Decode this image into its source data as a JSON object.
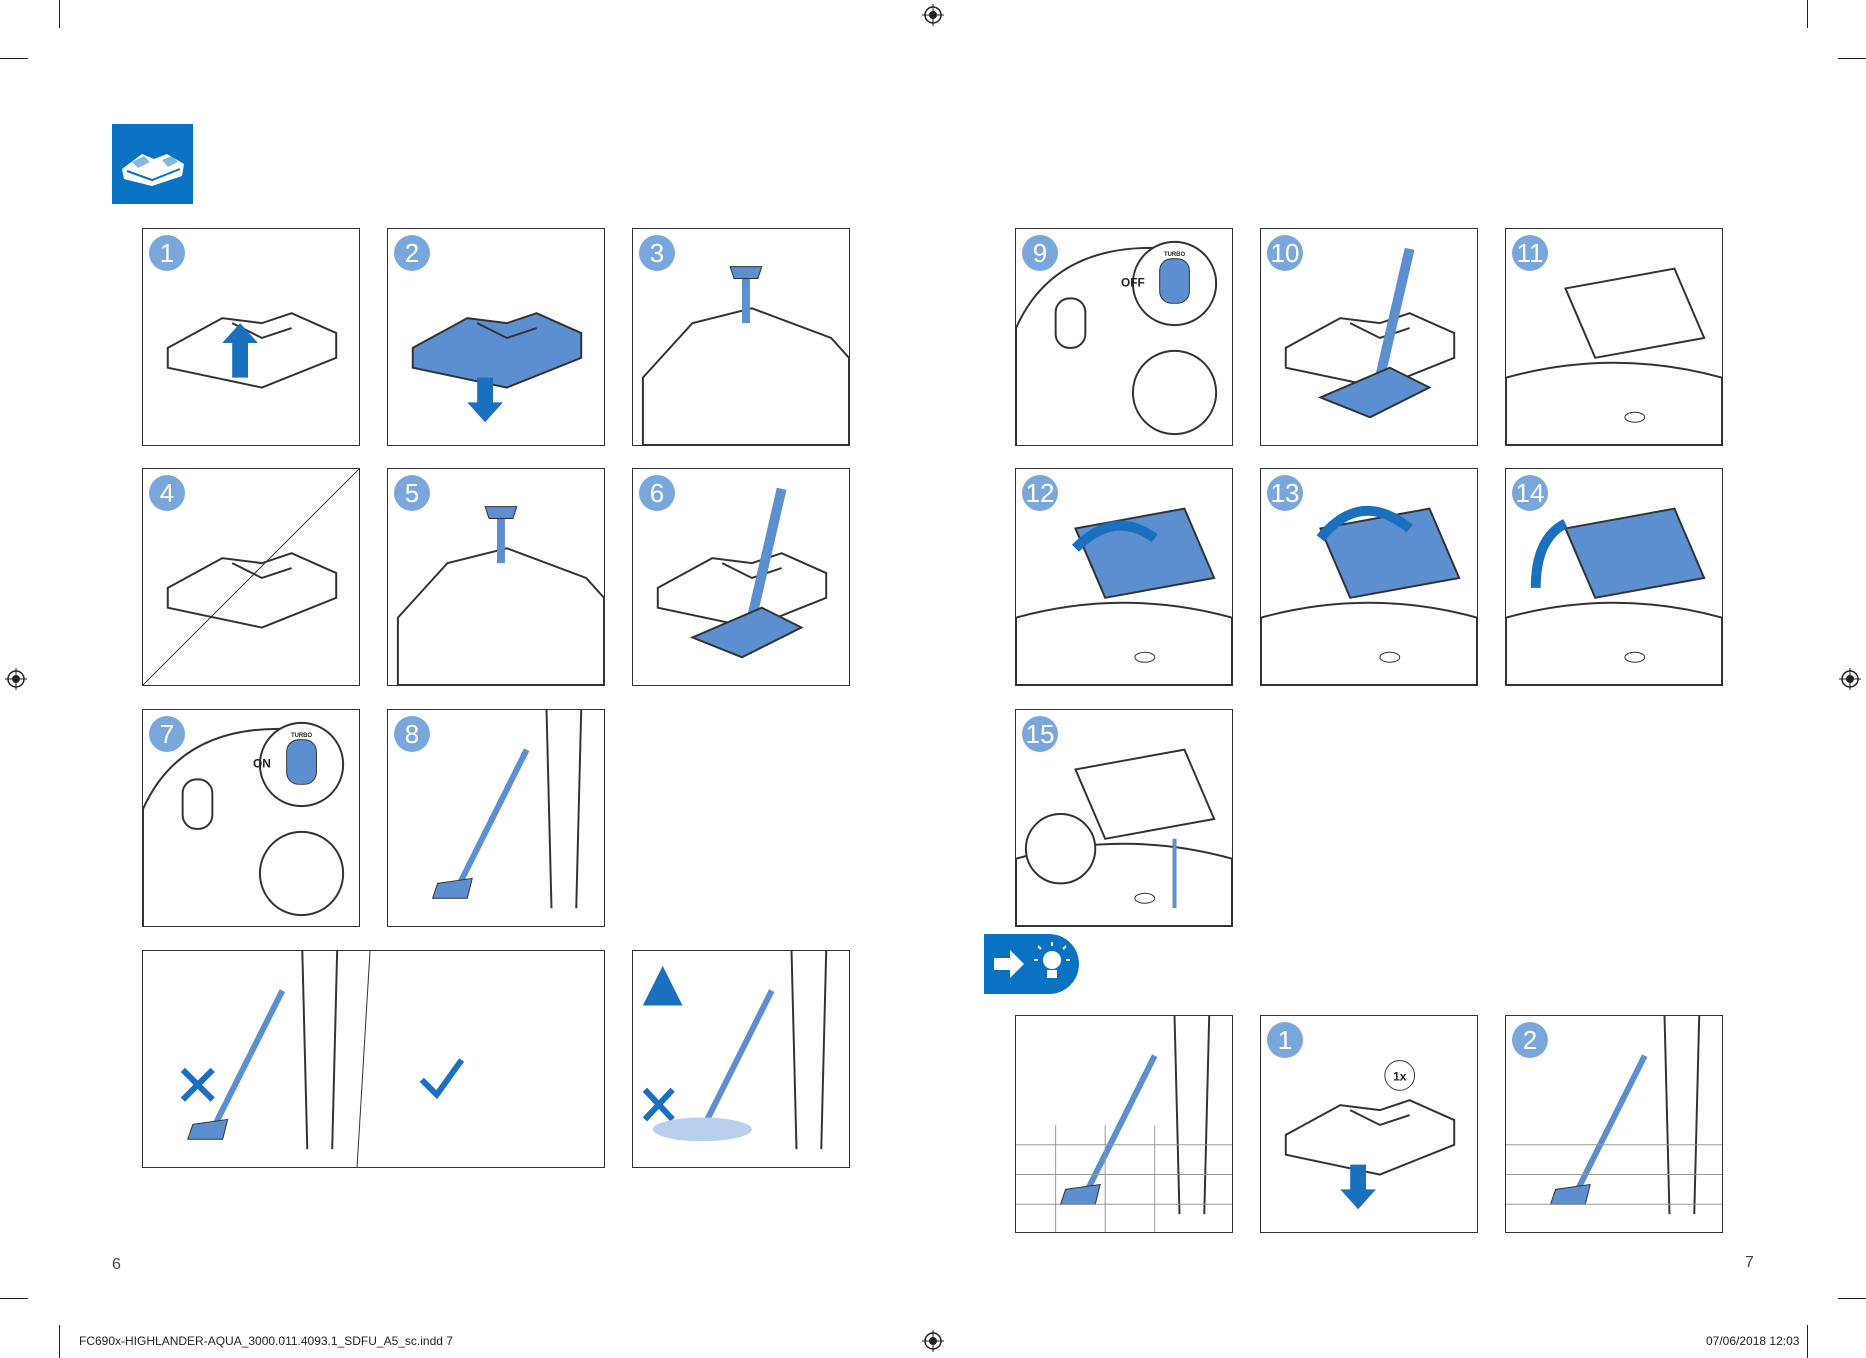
{
  "header_icon": "mop-attachment-icon",
  "steps_left": [
    "1",
    "2",
    "3",
    "4",
    "5",
    "6",
    "7",
    "8"
  ],
  "steps_right": [
    "9",
    "10",
    "11",
    "12",
    "13",
    "14",
    "15"
  ],
  "labels": {
    "on": "ON",
    "off": "OFF",
    "turbo": "TURBO",
    "once": "1x"
  },
  "tip_icon": "tip-lightbulb-icon",
  "tip_steps": [
    "1",
    "2"
  ],
  "page_left": "6",
  "page_right": "7",
  "footer": {
    "file": "FC690x-HIGHLANDER-AQUA_3000.011.4093.1_SDFU_A5_sc.indd   7",
    "date": "07/06/2018   12:03"
  },
  "colors": {
    "brand": "#0a72c2",
    "badge": "#7aa7db",
    "part": "#5b8fd0",
    "arrow": "#1b6fbf"
  }
}
